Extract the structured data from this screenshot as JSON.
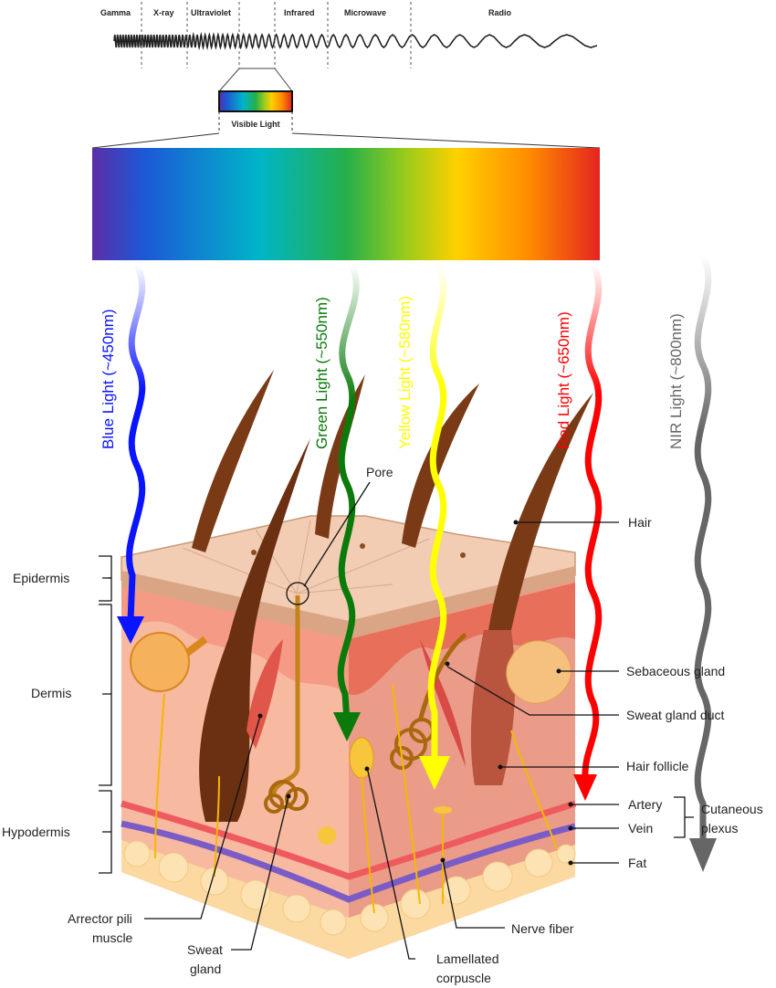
{
  "spectrum": {
    "bands": [
      "Gamma",
      "X-ray",
      "Ultraviolet",
      "Infrared",
      "Microwave",
      "Radio"
    ],
    "visible_label": "Visible Light",
    "colors": [
      "#5b2ea6",
      "#1d57d6",
      "#00b5c8",
      "#25b04a",
      "#9ccc1a",
      "#ffd000",
      "#ff8c00",
      "#e52420"
    ]
  },
  "lights": [
    {
      "label": "Blue Light (~450nm)",
      "color": "#0a14ff"
    },
    {
      "label": "Green Light (~550nm)",
      "color": "#0a7a0a"
    },
    {
      "label": "Yellow Light (~580nm)",
      "color": "#ffff00"
    },
    {
      "label": "Red Light (~650nm)",
      "color": "#ff0000"
    },
    {
      "label": "NIR Light (~800nm)",
      "color": "#666666"
    }
  ],
  "layers": {
    "epidermis": "Epidermis",
    "dermis": "Dermis",
    "hypodermis": "Hypodermis"
  },
  "labels": {
    "pore": "Pore",
    "hair": "Hair",
    "sebaceous_gland": "Sebaceous gland",
    "sweat_gland_duct": "Sweat gland duct",
    "hair_follicle": "Hair follicle",
    "artery": "Artery",
    "vein": "Vein",
    "cutaneous_1": "Cutaneous",
    "cutaneous_2": "plexus",
    "fat": "Fat",
    "arrector_1": "Arrector pili",
    "arrector_2": "muscle",
    "sweat_gland_1": "Sweat",
    "sweat_gland_2": "gland",
    "lamellated_1": "Lamellated",
    "lamellated_2": "corpuscle",
    "nerve_fiber": "Nerve fiber"
  }
}
